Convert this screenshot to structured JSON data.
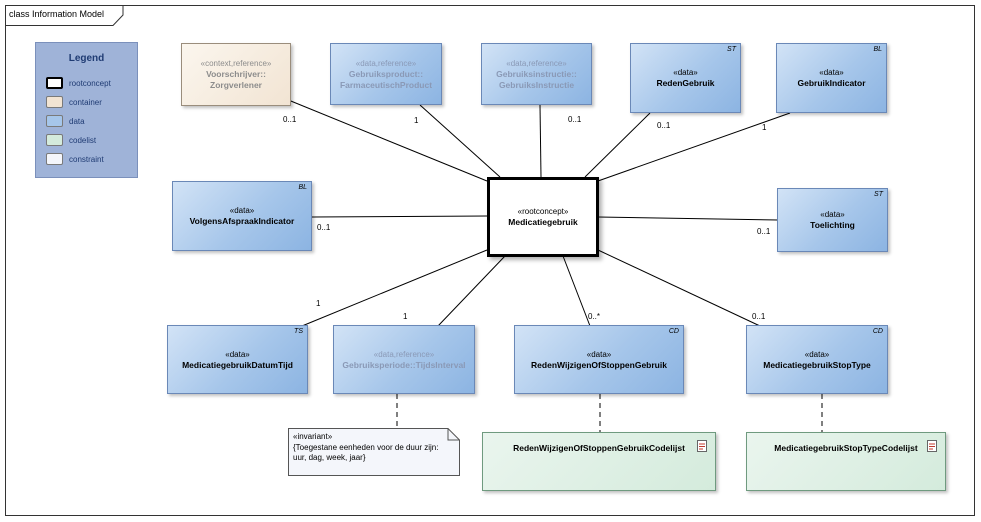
{
  "frame": {
    "title": "class Information Model"
  },
  "legend": {
    "title": "Legend",
    "items": [
      {
        "label": "rootconcept",
        "color": "#ffffff"
      },
      {
        "label": "container",
        "color": "#f2e4d3"
      },
      {
        "label": "data",
        "color": "#a6c6ea"
      },
      {
        "label": "codelist",
        "color": "#d4ebdc"
      },
      {
        "label": "constraint",
        "color": "#f4f6fb"
      }
    ]
  },
  "classes": {
    "voorschrijver": {
      "stereotype": "«context,reference»",
      "name": "Voorschrijver::\nZorgverlener"
    },
    "gebruiksproduct": {
      "stereotype": "«data,reference»",
      "name": "Gebruiksproduct::\nFarmaceutischProduct"
    },
    "gebruiksinstructie": {
      "stereotype": "«data,reference»",
      "name": "Gebruiksinstructie::\nGebruiksInstructie"
    },
    "redengebruik": {
      "stereotype": "«data»",
      "name": "RedenGebruik",
      "tag": "ST"
    },
    "gebruikindicator": {
      "stereotype": "«data»",
      "name": "GebruikIndicator",
      "tag": "BL"
    },
    "volgensafspraak": {
      "stereotype": "«data»",
      "name": "VolgensAfspraakIndicator",
      "tag": "BL"
    },
    "root": {
      "stereotype": "«rootconcept»",
      "name": "Medicatiegebruik"
    },
    "toelichting": {
      "stereotype": "«data»",
      "name": "Toelichting",
      "tag": "ST"
    },
    "datumtijd": {
      "stereotype": "«data»",
      "name": "MedicatiegebruikDatumTijd",
      "tag": "TS"
    },
    "gebruiksperiode": {
      "stereotype": "«data,reference»",
      "name": "Gebruiksperiode::TijdsInterval"
    },
    "redenwijzigen": {
      "stereotype": "«data»",
      "name": "RedenWijzigenOfStoppenGebruik",
      "tag": "CD"
    },
    "stoptype": {
      "stereotype": "«data»",
      "name": "MedicatiegebruikStopType",
      "tag": "CD"
    },
    "codelist1": {
      "name": "RedenWijzigenOfStoppenGebruikCodelijst"
    },
    "codelist2": {
      "name": "MedicatiegebruikStopTypeCodelijst"
    }
  },
  "note": {
    "stereotype": "«invariant»",
    "text1": "{Toegestane eenheden voor de duur zijn:",
    "text2": "uur, dag, week, jaar}"
  },
  "multiplicities": {
    "voorschrijver": "0..1",
    "gebruiksproduct": "1",
    "gebruiksinstructie": "0..1",
    "redengebruik": "0..1",
    "gebruikindicator": "1",
    "volgensafspraak": "0..1",
    "toelichting": "0..1",
    "datumtijd": "1",
    "gebruiksperiode": "1",
    "redenwijzigen": "0..*",
    "stoptype": "0..1"
  }
}
